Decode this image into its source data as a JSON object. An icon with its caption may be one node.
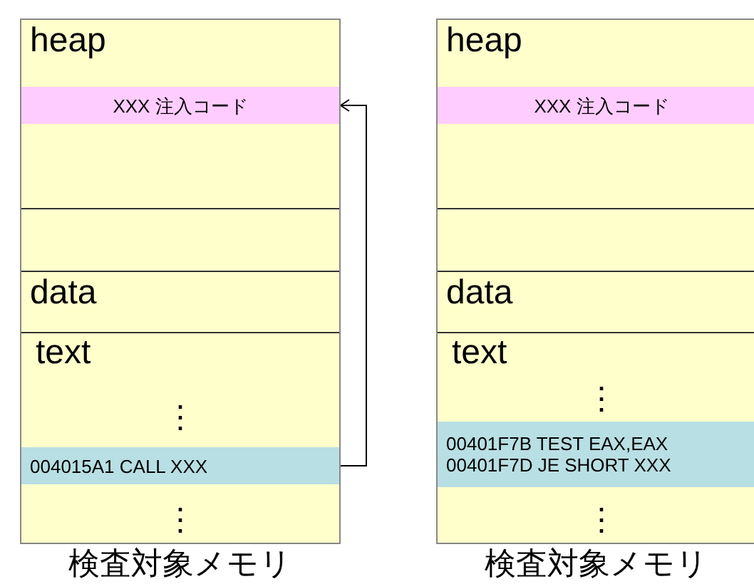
{
  "diagram": {
    "nodes": [
      {
        "text": [],
        "shape": "box",
        "beside": [
          "検査対象メモリ"
        ]
      },
      {
        "text": [
          "heap"
        ],
        "in": 0
      },
      {
        "text": [
          "XXX 注入コード"
        ],
        "in": 1
      },
      {
        "text": [],
        "shape": "box",
        "in": 0
      },
      {
        "text": [
          "data"
        ],
        "in": 0
      },
      {
        "text": [
          "text",
          "⋮",
          "⋮"
        ],
        "in": 0
      },
      {
        "text": [
          "004015A1 CALL XXX"
        ],
        "in": 5
      },
      {
        "text": [],
        "shape": "box",
        "beside": [
          "検査対象メモリ"
        ]
      },
      {
        "text": [
          "heap"
        ],
        "in": 7
      },
      {
        "text": [
          "XXX 注入コード"
        ],
        "in": 8
      },
      {
        "text": [],
        "shape": "box",
        "in": 7
      },
      {
        "text": [
          "data"
        ],
        "in": 7
      },
      {
        "text": [
          "text",
          "⋮",
          "⋮"
        ],
        "in": 7
      },
      {
        "text": [
          "00401F7B TEST EAX,EAX",
          "00401F7D JE SHORT XXX"
        ],
        "in": 12
      }
    ],
    "edges": [
      {
        "from": 6,
        "to": 2,
        "arrow": "to"
      }
    ]
  }
}
